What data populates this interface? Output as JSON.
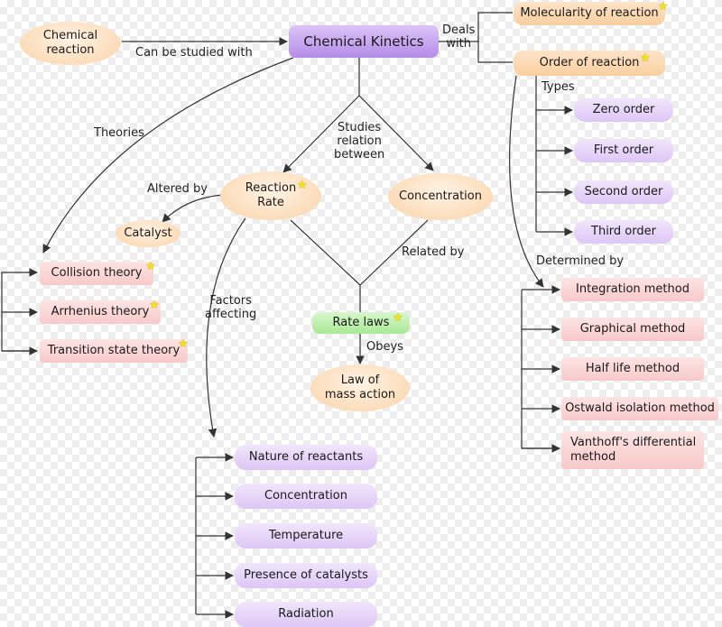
{
  "nodes": {
    "chemical_reaction": "Chemical\nreaction",
    "chemical_kinetics": "Chemical Kinetics",
    "molecularity": "Molecularity of reaction",
    "order_of_reaction": "Order of reaction",
    "zero_order": "Zero order",
    "first_order": "First order",
    "second_order": "Second order",
    "third_order": "Third order",
    "reaction_rate": "Reaction\nRate",
    "concentration_main": "Concentration",
    "catalyst": "Catalyst",
    "collision_theory": "Collision theory",
    "arrhenius_theory": "Arrhenius theory",
    "transition_state_theory": "Transition state theory",
    "rate_laws": "Rate laws",
    "law_of_mass_action": "Law of\nmass action",
    "integration_method": "Integration method",
    "graphical_method": "Graphical method",
    "half_life_method": "Half life method",
    "ostwald_isolation_method": "Ostwald isolation method",
    "vanthoff_method": "Vanthoff's differential\nmethod",
    "nature_of_reactants": "Nature of reactants",
    "concentration_factor": "Concentration",
    "temperature": "Temperature",
    "presence_of_catalysts": "Presence of catalysts",
    "radiation": "Radiation"
  },
  "labels": {
    "can_be_studied_with": "Can be studied with",
    "deals_with": "Deals\nwith",
    "types": "Types",
    "theories": "Theories",
    "studies_relation_between": "Studies\nrelation\nbetween",
    "altered_by": "Altered by",
    "related_by": "Related by",
    "determined_by": "Determined by",
    "factors_affecting": "Factors\naffecting",
    "obeys": "Obeys"
  },
  "icons": {
    "star": "★"
  },
  "colors": {
    "line": "#333333",
    "main_node": "#b58ce8",
    "orange_node": "#f9cfa0",
    "purple_node": "#ddc6f5",
    "pink_node": "#f8c9c9",
    "green_node": "#a9e896",
    "star": "#f2e21a"
  }
}
